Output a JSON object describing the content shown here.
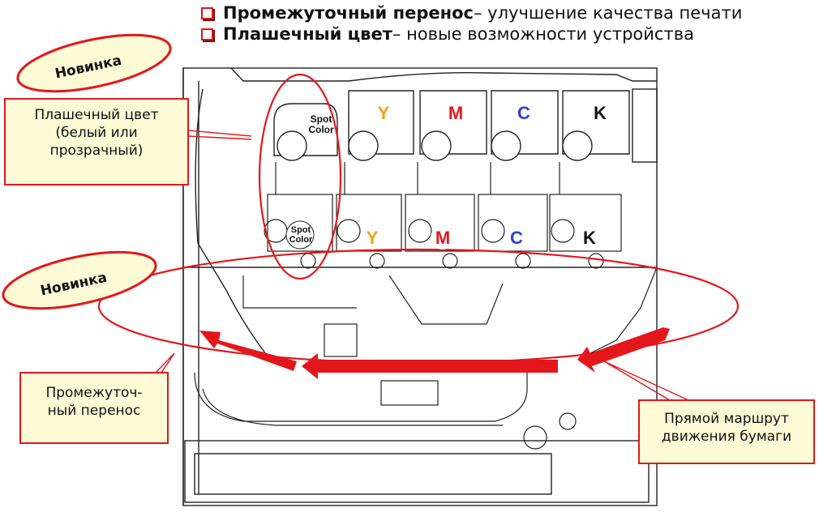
{
  "bullets": [
    {
      "bold": "Промежуточный перенос",
      "rest": " – улучшение качества печати"
    },
    {
      "bold": "Плашечный цвет",
      "rest": " – новые возможности устройства"
    }
  ],
  "badges": {
    "new_top": "Новинка",
    "new_mid": "Новинка"
  },
  "callouts": {
    "spot_line1": "Плашечный цвет",
    "spot_line2": "(белый или",
    "spot_line3": "прозрачный)",
    "inter_line1": "Промежуточ-",
    "inter_line2": "ный перенос",
    "path_line1": "Прямой маршрут",
    "path_line2": "движения бумаги"
  },
  "toner_labels": {
    "spot_line1": "Spot",
    "spot_line2": "Color",
    "y": "Y",
    "m": "M",
    "c": "C",
    "k": "K"
  },
  "drum_labels": {
    "spot_line1": "Spot",
    "spot_line2": "Color",
    "y": "Y",
    "m": "M",
    "c": "C",
    "k": "K"
  },
  "colors": {
    "accent_red": "#e3171b",
    "yellow": "#f4a11a",
    "magenta": "#e3171b",
    "cyan": "#2b3fe0",
    "black": "#111111"
  }
}
